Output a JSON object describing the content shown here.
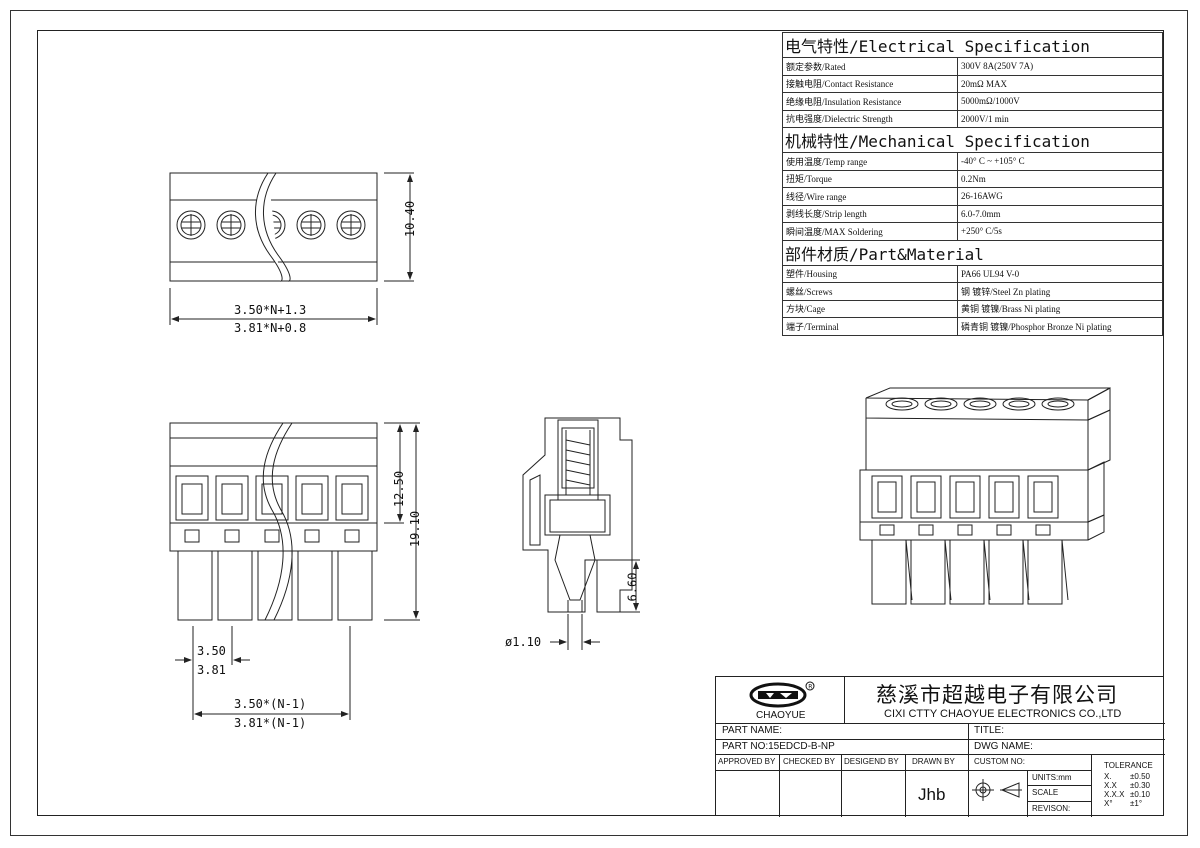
{
  "electrical": {
    "header_zh": "电气特性",
    "header_en": "/Electrical Specification",
    "rows": [
      {
        "label": "额定参数/Rated",
        "value": "300V  8A(250V  7A)"
      },
      {
        "label": "接触电阻/Contact Resistance",
        "value": "20mΩ MAX"
      },
      {
        "label": "绝缘电阻/Insulation Resistance",
        "value": "5000mΩ/1000V"
      },
      {
        "label": "抗电强度/Dielectric Strength",
        "value": "2000V/1 min"
      }
    ]
  },
  "mechanical": {
    "header_zh": "机械特性",
    "header_en": "/Mechanical Specification",
    "rows": [
      {
        "label": "使用温度/Temp range",
        "value": "-40° C ~ +105° C"
      },
      {
        "label": "扭矩/Torque",
        "value": "0.2Nm"
      },
      {
        "label": "线径/Wire range",
        "value": "26-16AWG"
      },
      {
        "label": "剥线长度/Strip length",
        "value": "6.0-7.0mm"
      },
      {
        "label": "瞬间温度/MAX Soldering",
        "value": "+250° C/5s"
      }
    ]
  },
  "material": {
    "header_zh": "部件材质",
    "header_en": "/Part&Material",
    "rows": [
      {
        "label": "塑件/Housing",
        "value": "PA66 UL94 V-0"
      },
      {
        "label": "螺丝/Screws",
        "value": "钢 镀锌/Steel Zn plating"
      },
      {
        "label": "方块/Cage",
        "value": "黄铜 镀镍/Brass Ni plating"
      },
      {
        "label": "端子/Terminal",
        "value": "磷青铜 镀镍/Phosphor Bronze Ni plating"
      }
    ]
  },
  "dimensions": {
    "top_height": "10.40",
    "top_width_a": "3.50*N+1.3",
    "top_width_b": "3.81*N+0.8",
    "front_height_a": "12.50",
    "front_height_b": "19.10",
    "pitch_a": "3.50",
    "pitch_b": "3.81",
    "span_a": "3.50*(N-1)",
    "span_b": "3.81*(N-1)",
    "side_pin": "6.60",
    "side_dia": "ø1.10"
  },
  "title_block": {
    "logo_text": "CHAOYUE",
    "company_zh": "慈溪市超越电子有限公司",
    "company_en": "CIXI CTTY CHAOYUE ELECTRONICS CO.,LTD",
    "part_name": "PART NAME:",
    "title": "TITLE:",
    "part_no": "PART NO:15EDCD-B-NP",
    "dwg_name": "DWG NAME:",
    "approved_by": "APPROVED BY",
    "checked_by": "CHECKED BY",
    "designed_by": "DESIGEND BY",
    "drawn_by": "DRAWN BY",
    "custom_no": "CUSTOM NO:",
    "drawn_name": "Jhb",
    "units": "UNITS:mm",
    "scale": "SCALE",
    "revision": "REVISON:",
    "tolerance_title": "TOLERANCE",
    "tolerances": [
      {
        "k": "X.",
        "v": "±0.50"
      },
      {
        "k": "X.X",
        "v": "±0.30"
      },
      {
        "k": "X.X.X",
        "v": "±0.10"
      },
      {
        "k": "X°",
        "v": "±1°"
      }
    ]
  }
}
